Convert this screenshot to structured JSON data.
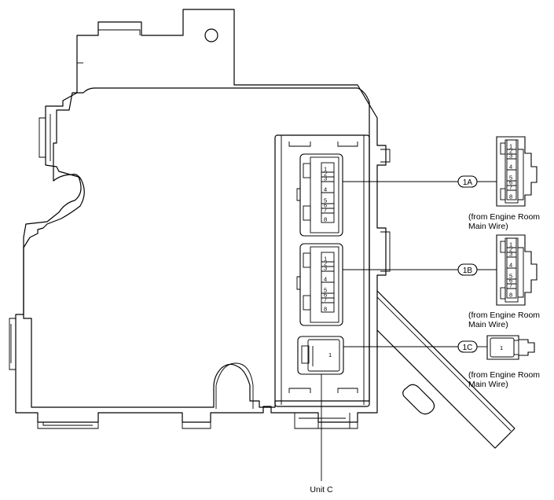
{
  "connectors": [
    {
      "id": "1A",
      "source_line1": "(from Engine Room",
      "source_line2": "Main Wire)",
      "pins": [
        "1",
        "2",
        "3",
        "4",
        "5",
        "6",
        "7",
        "8"
      ]
    },
    {
      "id": "1B",
      "source_line1": "(from Engine Room",
      "source_line2": "Main Wire)",
      "pins": [
        "1",
        "2",
        "3",
        "4",
        "5",
        "6",
        "7",
        "8"
      ]
    },
    {
      "id": "1C",
      "source_line1": "(from Engine Room",
      "source_line2": "Main Wire)",
      "pins": [
        "1"
      ]
    }
  ],
  "unit_label": "Unit C"
}
